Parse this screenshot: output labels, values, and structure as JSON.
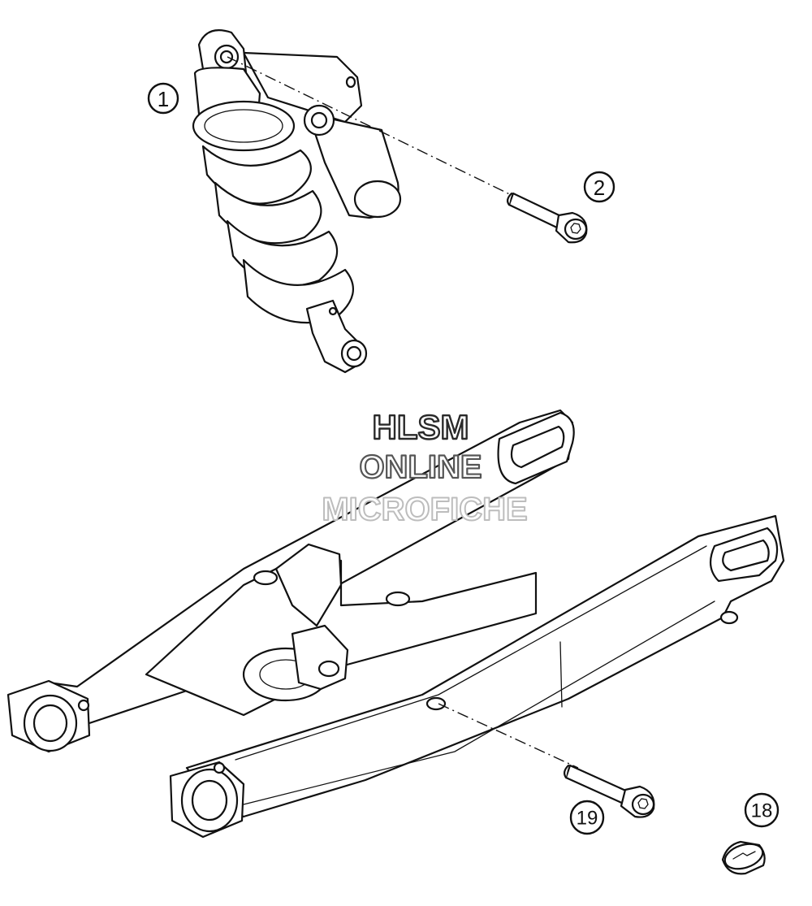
{
  "callouts": [
    {
      "label": "1",
      "part": "shock-absorber"
    },
    {
      "label": "2",
      "part": "upper-shock-bolt"
    },
    {
      "label": "19",
      "part": "swingarm-bolt"
    },
    {
      "label": "18",
      "part": "logo-cap"
    }
  ],
  "watermark": {
    "line1": "HLSM",
    "line2": "ONLINE",
    "line3": "MICROFICHE"
  },
  "colors": {
    "line": "#111111",
    "background": "#ffffff",
    "watermark_dark": "#2a2a2a",
    "watermark_light": "#bdbdbd"
  }
}
